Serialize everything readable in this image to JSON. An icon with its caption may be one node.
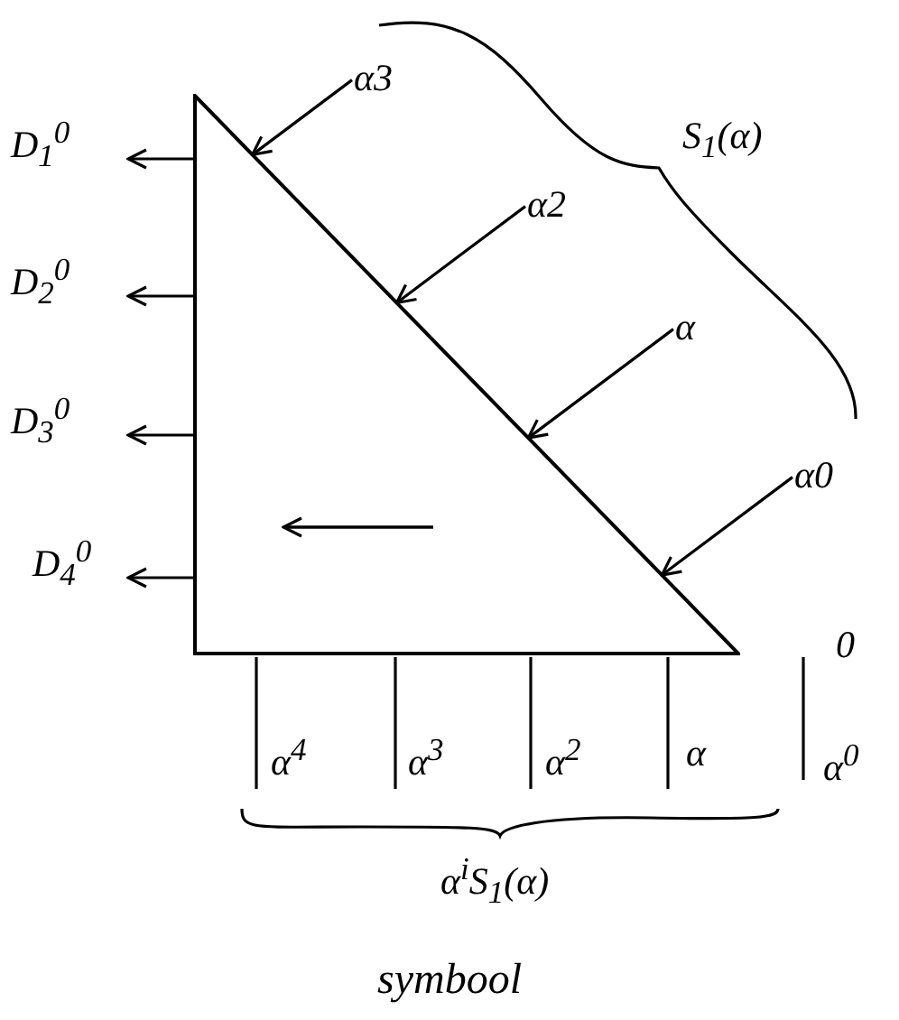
{
  "diagram": {
    "caption": "symbool",
    "nodes": [
      {
        "text": [],
        "shape": "triangle"
      },
      {
        "text": [
          "D$_{1}$$^{0}$"
        ]
      },
      {
        "text": [
          "D$_{2}$$^{0}$"
        ]
      },
      {
        "text": [
          "D$_{3}$$^{0}$"
        ]
      },
      {
        "text": [
          "D$_{4}$$^{0}$"
        ]
      },
      {
        "text": [
          "α3"
        ]
      },
      {
        "text": [
          "α2"
        ]
      },
      {
        "text": [
          "α"
        ]
      },
      {
        "text": [
          "α0"
        ]
      }
    ],
    "edges": [
      {
        "from": 5,
        "to": 0,
        "arrow": "to"
      },
      {
        "from": 6,
        "to": 0,
        "arrow": "to"
      },
      {
        "from": 7,
        "to": 0,
        "arrow": "to"
      },
      {
        "from": 8,
        "to": 0,
        "arrow": "to"
      },
      {
        "from": 0,
        "to": 1,
        "arrow": "to"
      },
      {
        "from": 0,
        "to": 2,
        "arrow": "to"
      },
      {
        "from": 0,
        "to": 3,
        "arrow": "to"
      },
      {
        "from": 0,
        "to": 4,
        "arrow": "to"
      }
    ],
    "labels": [
      "S$_{1}$(α)",
      "0",
      "α$^{4}$",
      "α$^{3}$",
      "α$^{2}$",
      "α",
      "α$^{0}$",
      "α$^{i}$S$_{1}$(α)"
    ]
  }
}
